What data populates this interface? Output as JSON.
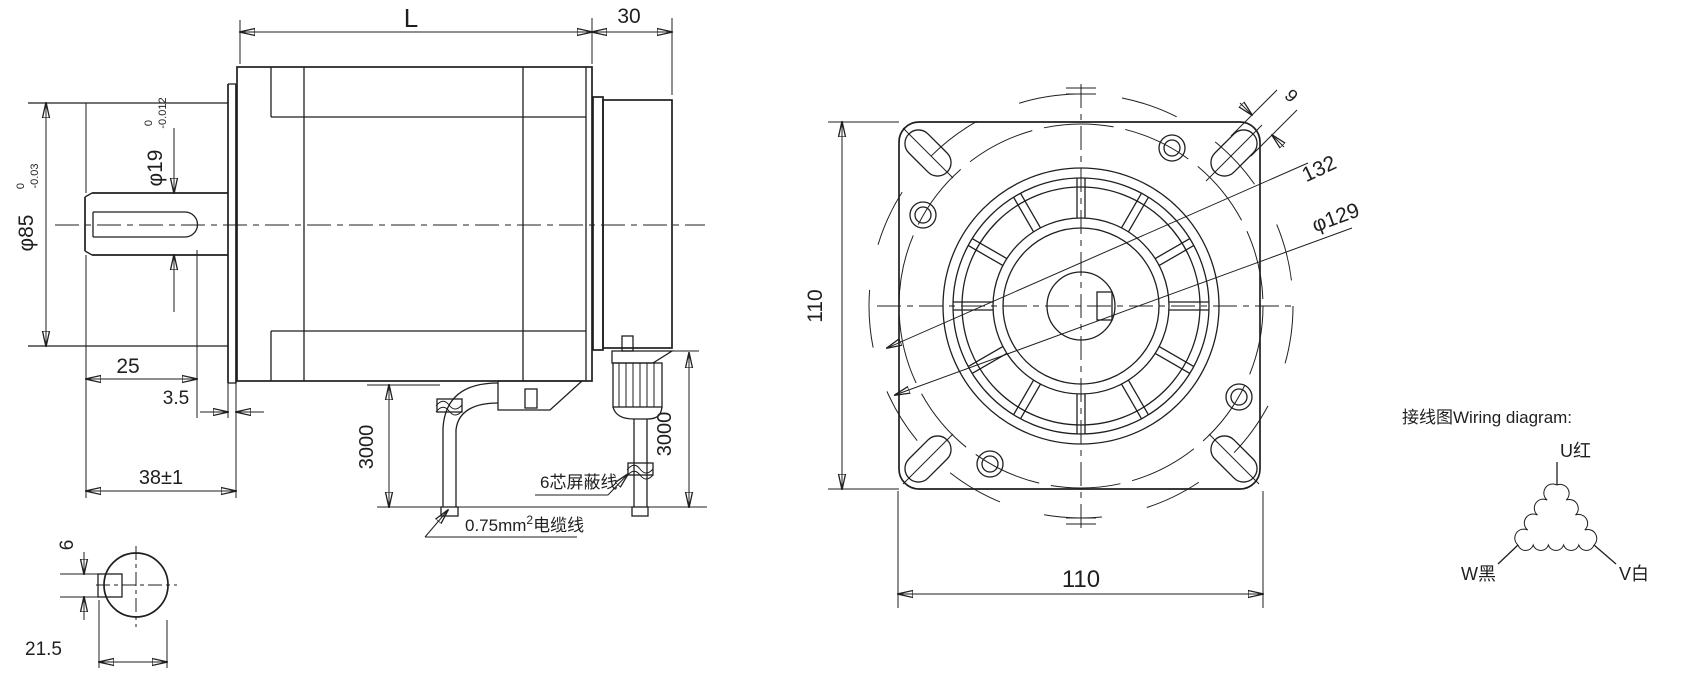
{
  "page": {
    "background": "#ffffff",
    "line_color": "#1f1f1f"
  },
  "side_view": {
    "dim_length": "L",
    "dim_rear_cap": "30",
    "dim_boss": {
      "main": "φ85",
      "tol_upper": "0",
      "tol_lower": "-0.03"
    },
    "dim_shaft": {
      "main": "φ19",
      "tol_upper": "0",
      "tol_lower": "-0.012"
    },
    "dim_keyway_length": "25",
    "dim_boss_standoff": "3.5",
    "dim_shaft_length": "38±1",
    "dim_cable_left_length": "3000",
    "dim_cable_right_length": "3000",
    "label_shielded_cable": "6芯屏蔽线",
    "label_power_cable": {
      "prefix": "0.75mm",
      "superscript": "2",
      "suffix": "电缆线"
    }
  },
  "shaft_section": {
    "dim_key_width": "6",
    "dim_key_offset": "21.5"
  },
  "front_view": {
    "dim_height": "110",
    "dim_width": "110",
    "dim_slot_width": "9",
    "dim_slot_diagonal": "132",
    "dim_pilot_circle": "φ129"
  },
  "wiring_diagram": {
    "title": "接线图Wiring diagram:",
    "terminal_u": "U红",
    "terminal_v": "V白",
    "terminal_w": "W黑"
  }
}
